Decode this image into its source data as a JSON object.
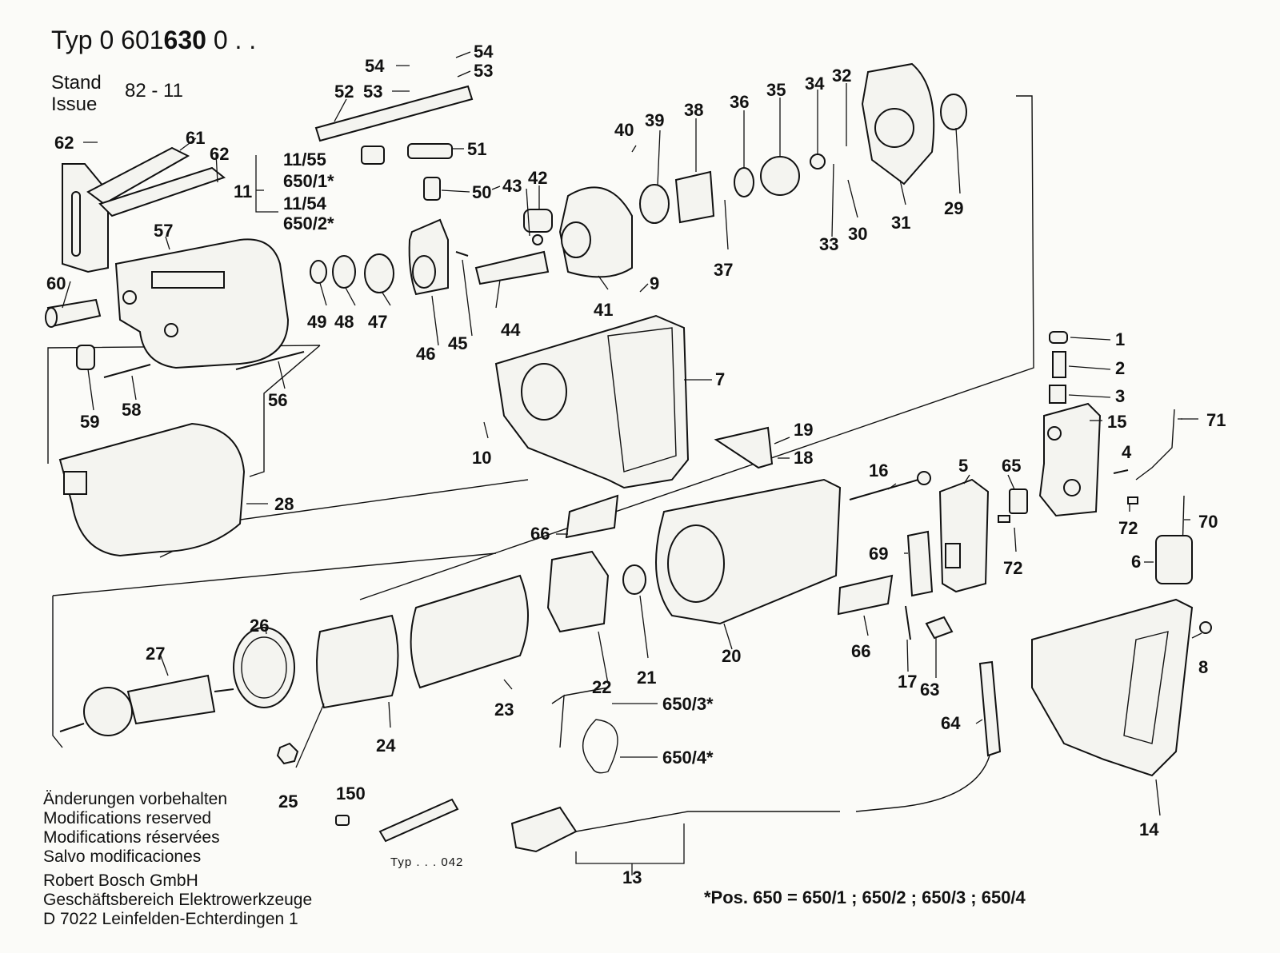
{
  "header": {
    "typ_prefix": "Typ",
    "typ_number_a": "0 601",
    "typ_number_b": "630",
    "typ_number_c": "0 . .",
    "stand_label": "Stand",
    "issue_label": "Issue",
    "stand_value": "82 - 11"
  },
  "parts": {
    "p1": "1",
    "p2": "2",
    "p3": "3",
    "p4": "4",
    "p5": "5",
    "p6": "6",
    "p7": "7",
    "p8": "8",
    "p9": "9",
    "p10": "10",
    "p11": "11",
    "p11_55": "11/55",
    "p650_1": "650/1*",
    "p11_54": "11/54",
    "p650_2": "650/2*",
    "p13": "13",
    "p14": "14",
    "p15": "15",
    "p16": "16",
    "p17": "17",
    "p18": "18",
    "p19": "19",
    "p20": "20",
    "p21": "21",
    "p22": "22",
    "p23": "23",
    "p24": "24",
    "p25": "25",
    "p26": "26",
    "p27": "27",
    "p28": "28",
    "p29": "29",
    "p30": "30",
    "p31": "31",
    "p32": "32",
    "p33": "33",
    "p34": "34",
    "p35": "35",
    "p36": "36",
    "p37": "37",
    "p38": "38",
    "p39": "39",
    "p40": "40",
    "p41": "41",
    "p42": "42",
    "p43": "43",
    "p44": "44",
    "p45": "45",
    "p46": "46",
    "p47": "47",
    "p48": "48",
    "p49": "49",
    "p50": "50",
    "p51": "51",
    "p52": "52",
    "p53a": "53",
    "p53b": "53",
    "p54a": "54",
    "p54b": "54",
    "p56": "56",
    "p57": "57",
    "p58": "58",
    "p59": "59",
    "p60": "60",
    "p61": "61",
    "p62a": "62",
    "p62b": "62",
    "p63": "63",
    "p64": "64",
    "p65": "65",
    "p66a": "66",
    "p66b": "66",
    "p69": "69",
    "p70": "70",
    "p71": "71",
    "p72a": "72",
    "p72b": "72",
    "p150": "150",
    "p650_3": "650/3*",
    "p650_4": "650/4*"
  },
  "notes": [
    "Änderungen vorbehalten",
    "Modifications reserved",
    "Modifications réservées",
    "Salvo modificaciones"
  ],
  "company": [
    "Robert Bosch GmbH",
    "Geschäftsbereich Elektrowerkzeuge",
    "D 7022 Leinfelden-Echterdingen 1"
  ],
  "typ042": "Typ . . . 042",
  "footnote": "*Pos. 650 = 650/1 ; 650/2 ; 650/3 ; 650/4"
}
